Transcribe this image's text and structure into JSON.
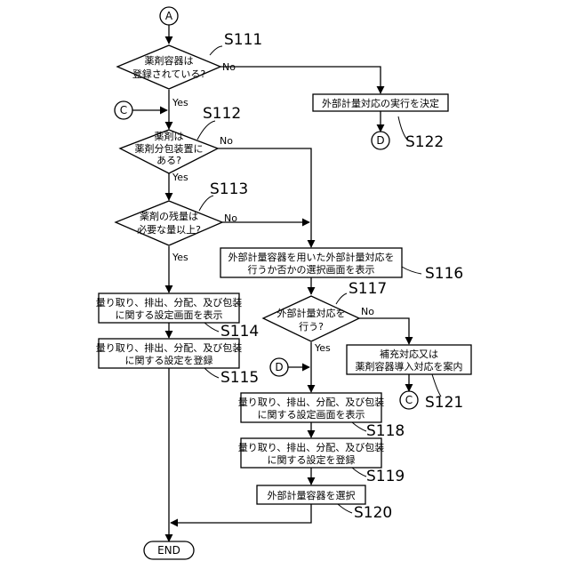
{
  "connectors": {
    "a_top": "A",
    "c_entry": "C",
    "d_exit": "D",
    "d_entry": "D",
    "c_exit": "C",
    "end": "END"
  },
  "decisions": {
    "s111": {
      "step": "S111",
      "lines": [
        "薬剤容器は",
        "登録されている?"
      ]
    },
    "s112": {
      "step": "S112",
      "lines": [
        "薬剤は",
        "薬剤分包装置に",
        "ある?"
      ]
    },
    "s113": {
      "step": "S113",
      "lines": [
        "薬剤の残量は",
        "必要な量以上?"
      ]
    },
    "s117": {
      "step": "S117",
      "lines": [
        "外部計量対応を",
        "行う?"
      ]
    }
  },
  "processes": {
    "s122": {
      "step": "S122",
      "lines": [
        "外部計量対応の実行を決定"
      ]
    },
    "s116": {
      "step": "S116",
      "lines": [
        "外部計量容器を用いた外部計量対応を",
        "行うか否かの選択画面を表示"
      ]
    },
    "s114": {
      "step": "S114",
      "lines": [
        "量り取り、排出、分配、及び包装",
        "に関する設定画面を表示"
      ]
    },
    "s115": {
      "step": "S115",
      "lines": [
        "量り取り、排出、分配、及び包装",
        "に関する設定を登録"
      ]
    },
    "s121": {
      "step": "S121",
      "lines": [
        "補充対応又は",
        "薬剤容器導入対応を案内"
      ]
    },
    "s118": {
      "step": "S118",
      "lines": [
        "量り取り、排出、分配、及び包装",
        "に関する設定画面を表示"
      ]
    },
    "s119": {
      "step": "S119",
      "lines": [
        "量り取り、排出、分配、及び包装",
        "に関する設定を登録"
      ]
    },
    "s120": {
      "step": "S120",
      "lines": [
        "外部計量容器を選択"
      ]
    }
  },
  "branch_labels": {
    "yes": "Yes",
    "no": "No"
  }
}
